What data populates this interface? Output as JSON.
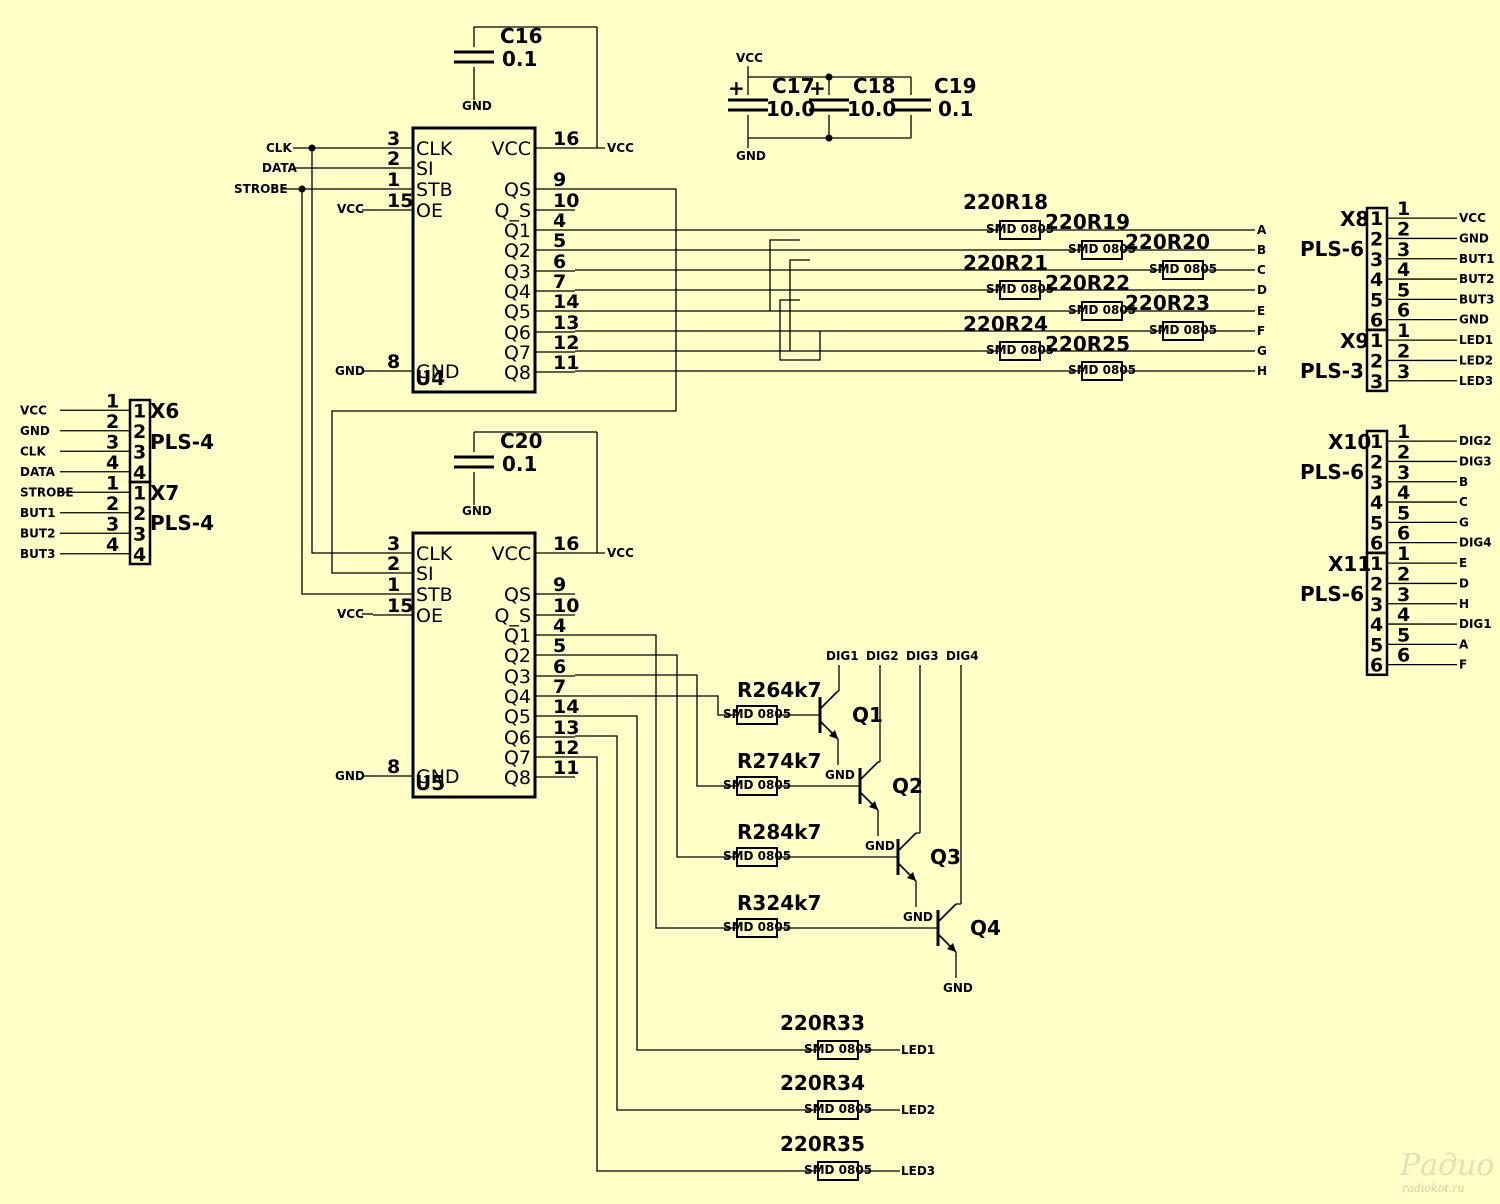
{
  "watermark": {
    "title": "Радио КОТ",
    "url": "radiokot.ru"
  },
  "nets": {
    "vcc": "VCC",
    "gnd": "GND",
    "clk": "CLK",
    "data": "DATA",
    "strobe": "STROBE",
    "but1": "BUT1",
    "but2": "BUT2",
    "but3": "BUT3",
    "led1": "LED1",
    "led2": "LED2",
    "led3": "LED3",
    "dig1": "DIG1",
    "dig2": "DIG2",
    "dig3": "DIG3",
    "dig4": "DIG4",
    "seg": [
      "A",
      "B",
      "C",
      "D",
      "E",
      "F",
      "G",
      "H"
    ]
  },
  "ics": [
    {
      "ref": "U4",
      "pins_left": [
        {
          "num": "3",
          "name": "CLK"
        },
        {
          "num": "2",
          "name": "SI"
        },
        {
          "num": "1",
          "name": "STB"
        },
        {
          "num": "15",
          "name": "OE"
        },
        {
          "num": "8",
          "name": "GND"
        }
      ],
      "pins_right": [
        {
          "num": "16",
          "name": "VCC"
        },
        {
          "num": "9",
          "name": "QS"
        },
        {
          "num": "10",
          "name": "Q_S"
        },
        {
          "num": "4",
          "name": "Q1"
        },
        {
          "num": "5",
          "name": "Q2"
        },
        {
          "num": "6",
          "name": "Q3"
        },
        {
          "num": "7",
          "name": "Q4"
        },
        {
          "num": "14",
          "name": "Q5"
        },
        {
          "num": "13",
          "name": "Q6"
        },
        {
          "num": "12",
          "name": "Q7"
        },
        {
          "num": "11",
          "name": "Q8"
        }
      ]
    },
    {
      "ref": "U5",
      "pins_left": [
        {
          "num": "3",
          "name": "CLK"
        },
        {
          "num": "2",
          "name": "SI"
        },
        {
          "num": "1",
          "name": "STB"
        },
        {
          "num": "15",
          "name": "OE"
        },
        {
          "num": "8",
          "name": "GND"
        }
      ],
      "pins_right": [
        {
          "num": "16",
          "name": "VCC"
        },
        {
          "num": "9",
          "name": "QS"
        },
        {
          "num": "10",
          "name": "Q_S"
        },
        {
          "num": "4",
          "name": "Q1"
        },
        {
          "num": "5",
          "name": "Q2"
        },
        {
          "num": "6",
          "name": "Q3"
        },
        {
          "num": "7",
          "name": "Q4"
        },
        {
          "num": "14",
          "name": "Q5"
        },
        {
          "num": "13",
          "name": "Q6"
        },
        {
          "num": "12",
          "name": "Q7"
        },
        {
          "num": "11",
          "name": "Q8"
        }
      ]
    }
  ],
  "capacitors": [
    {
      "ref": "C16",
      "value": "0.1"
    },
    {
      "ref": "C17",
      "value": "10.0"
    },
    {
      "ref": "C18",
      "value": "10.0"
    },
    {
      "ref": "C19",
      "value": "0.1"
    },
    {
      "ref": "C20",
      "value": "0.1"
    }
  ],
  "resistors_seg": [
    {
      "label": "220R18"
    },
    {
      "label": "220R19"
    },
    {
      "label": "220R20"
    },
    {
      "label": "220R21"
    },
    {
      "label": "220R22"
    },
    {
      "label": "220R23"
    },
    {
      "label": "220R24"
    },
    {
      "label": "220R25"
    }
  ],
  "resistors_base": [
    {
      "label": "R264k7"
    },
    {
      "label": "R274k7"
    },
    {
      "label": "R284k7"
    },
    {
      "label": "R324k7"
    }
  ],
  "resistors_led": [
    {
      "label": "220R33"
    },
    {
      "label": "220R34"
    },
    {
      "label": "220R35"
    }
  ],
  "transistors": [
    {
      "ref": "Q1"
    },
    {
      "ref": "Q2"
    },
    {
      "ref": "Q3"
    },
    {
      "ref": "Q4"
    }
  ],
  "connectors": [
    {
      "ref": "X6",
      "type": "PLS-4",
      "pins": [
        "1",
        "2",
        "3",
        "4"
      ],
      "nets": [
        "VCC",
        "GND",
        "CLK",
        "DATA"
      ]
    },
    {
      "ref": "X7",
      "type": "PLS-4",
      "pins": [
        "1",
        "2",
        "3",
        "4"
      ],
      "nets": [
        "STROBE",
        "BUT1",
        "BUT2",
        "BUT3"
      ]
    },
    {
      "ref": "X8",
      "type": "PLS-6",
      "pins": [
        "1",
        "2",
        "3",
        "4",
        "5",
        "6"
      ],
      "nets": [
        "VCC",
        "GND",
        "BUT1",
        "BUT2",
        "BUT3",
        "GND"
      ]
    },
    {
      "ref": "X9",
      "type": "PLS-3",
      "pins": [
        "1",
        "2",
        "3"
      ],
      "nets": [
        "LED1",
        "LED2",
        "LED3"
      ]
    },
    {
      "ref": "X10",
      "type": "PLS-6",
      "pins": [
        "1",
        "2",
        "3",
        "4",
        "5",
        "6"
      ],
      "nets": [
        "DIG2",
        "DIG3",
        "B",
        "C",
        "G",
        "DIG4"
      ]
    },
    {
      "ref": "X11",
      "type": "PLS-6",
      "pins": [
        "1",
        "2",
        "3",
        "4",
        "5",
        "6"
      ],
      "nets": [
        "E",
        "D",
        "H",
        "DIG1",
        "A",
        "F"
      ]
    }
  ]
}
